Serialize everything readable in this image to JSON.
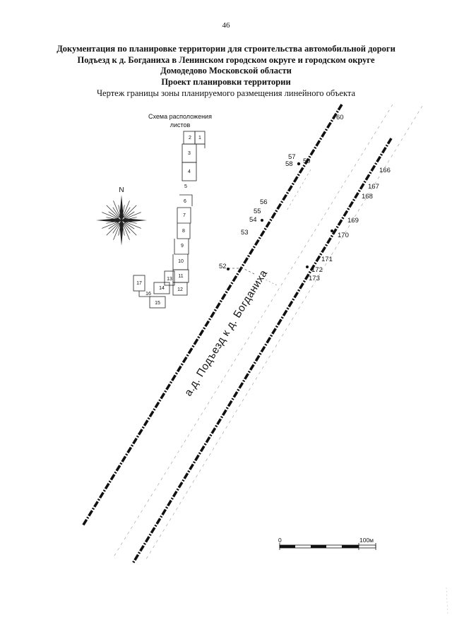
{
  "page_number": "46",
  "title_lines": [
    "Документация по планировке территории для строительства автомобильной дороги",
    "Подъезд к д. Богданиха в Ленинском городском округе и городском округе",
    "Домодедово Московской области",
    "Проект планировки территории"
  ],
  "subtitle": "Чертеж границы зоны планируемого размещения линейного объекта",
  "index_map": {
    "title_line1": "Схема расположения",
    "title_line2": "листов",
    "sheets": [
      "1",
      "2",
      "3",
      "4",
      "5",
      "6",
      "7",
      "8",
      "9",
      "10",
      "11",
      "12",
      "13",
      "14",
      "15",
      "16",
      "17"
    ]
  },
  "compass": {
    "north_label": "N"
  },
  "road_label": "а.д. Подъезд к д. Богданиха",
  "boundary_points_left": [
    "60",
    "57",
    "58",
    "59",
    "56",
    "55",
    "54",
    "53",
    "52"
  ],
  "boundary_points_right": [
    "166",
    "167",
    "168",
    "169",
    "170",
    "171",
    "172",
    "173"
  ],
  "scale_bar": {
    "start_label": "0",
    "end_label": "100м"
  },
  "colors": {
    "ink": "#111111",
    "paper": "#ffffff",
    "dashed_guide": "#9a9a9a"
  }
}
